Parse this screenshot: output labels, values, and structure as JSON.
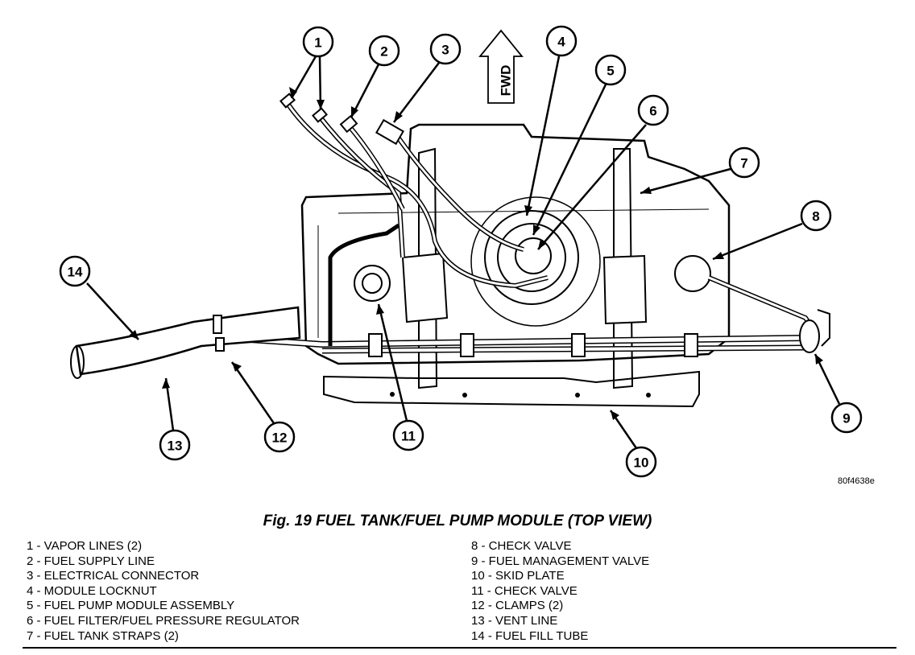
{
  "figure": {
    "fwd_label": "FWD",
    "code": "80f4638e",
    "caption": "Fig. 19 FUEL TANK/FUEL PUMP MODULE (TOP VIEW)",
    "callouts": [
      "1",
      "2",
      "3",
      "4",
      "5",
      "6",
      "7",
      "8",
      "9",
      "10",
      "11",
      "12",
      "13",
      "14"
    ]
  },
  "legend": {
    "left": [
      "1 - VAPOR LINES (2)",
      "2 - FUEL SUPPLY LINE",
      "3 - ELECTRICAL CONNECTOR",
      "4 - MODULE LOCKNUT",
      "5 - FUEL PUMP MODULE ASSEMBLY",
      "6 - FUEL FILTER/FUEL PRESSURE REGULATOR",
      "7 - FUEL TANK STRAPS (2)"
    ],
    "right": [
      "8 - CHECK VALVE",
      "9 - FUEL MANAGEMENT VALVE",
      "10 - SKID PLATE",
      "11 - CHECK VALVE",
      "12 - CLAMPS (2)",
      "13 - VENT LINE",
      "14 - FUEL FILL TUBE"
    ]
  }
}
